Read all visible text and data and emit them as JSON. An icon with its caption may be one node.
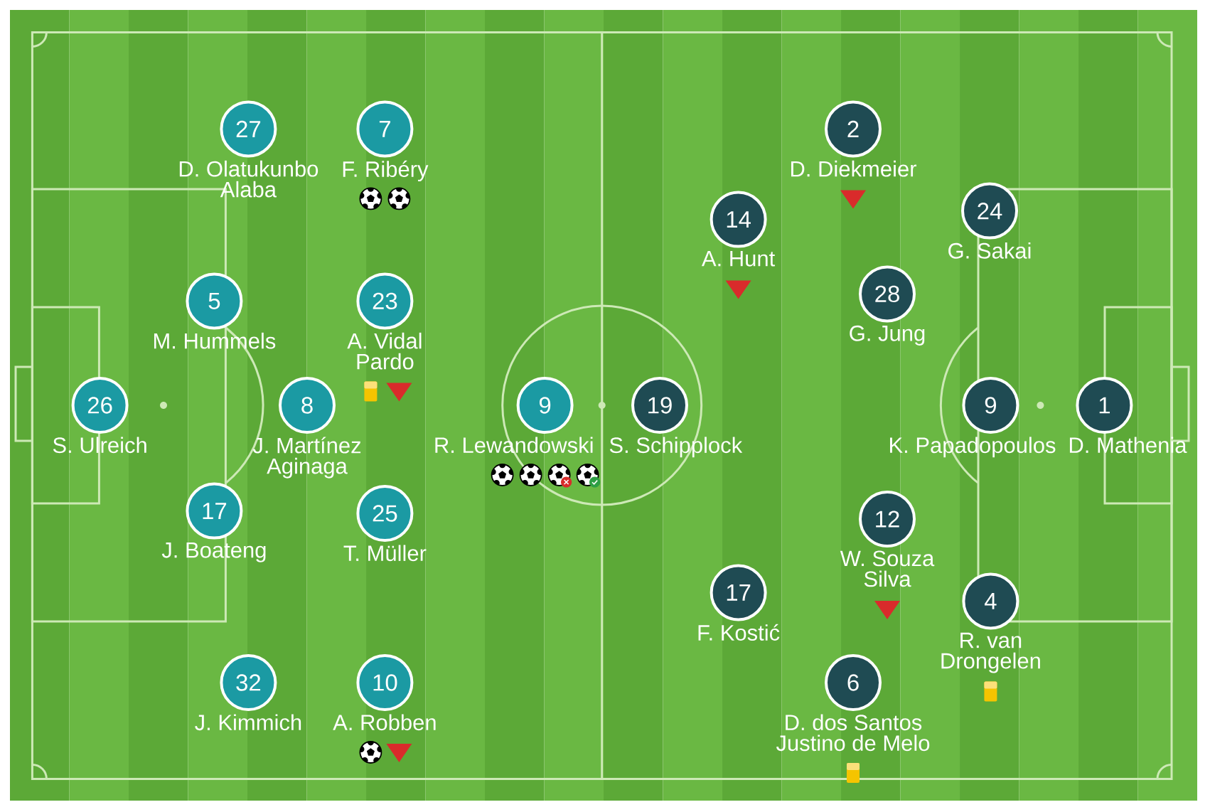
{
  "diagram": {
    "nodes": [
      {
        "text": [
          "27"
        ],
        "beside": [
          "D. Olatukunbo Alaba"
        ]
      },
      {
        "text": [
          "7"
        ],
        "beside": [
          "F. Ribéry"
        ]
      },
      {
        "text": [
          "5"
        ],
        "beside": [
          "M. Hummels"
        ]
      },
      {
        "text": [
          "23"
        ],
        "beside": [
          "A. Vidal Pardo"
        ]
      },
      {
        "text": [
          "26"
        ],
        "beside": [
          "S. Ulreich"
        ]
      },
      {
        "text": [
          "8"
        ],
        "beside": [
          "J. Martínez Aginaga"
        ]
      },
      {
        "text": [
          "9"
        ],
        "beside": [
          "R. Lewandowski"
        ]
      },
      {
        "text": [
          "17"
        ],
        "beside": [
          "J. Boateng"
        ]
      },
      {
        "text": [
          "25"
        ],
        "beside": [
          "T. Müller"
        ]
      },
      {
        "text": [
          "32"
        ],
        "beside": [
          "J. Kimmich"
        ]
      },
      {
        "text": [
          "10"
        ],
        "beside": [
          "A. Robben"
        ]
      },
      {
        "text": [
          "2"
        ],
        "beside": [
          "D. Diekmeier"
        ]
      },
      {
        "text": [
          "14"
        ],
        "beside": [
          "A. Hunt"
        ]
      },
      {
        "text": [
          "24"
        ],
        "beside": [
          "G. Sakai"
        ]
      },
      {
        "text": [
          "28"
        ],
        "beside": [
          "G. Jung"
        ]
      },
      {
        "text": [
          "19"
        ],
        "beside": [
          "S. Schipplock"
        ]
      },
      {
        "text": [
          "9"
        ],
        "beside": [
          "K. Papadopoulos"
        ]
      },
      {
        "text": [
          "1"
        ],
        "beside": [
          "D. Mathenia"
        ]
      },
      {
        "text": [
          "12"
        ],
        "beside": [
          "W. Souza Silva"
        ]
      },
      {
        "text": [
          "17"
        ],
        "beside": [
          "F. Kostić"
        ]
      },
      {
        "text": [
          "4"
        ],
        "beside": [
          "R. van Drongelen"
        ]
      },
      {
        "text": [
          "6"
        ],
        "beside": [
          "D. dos Santos Justino de Melo"
        ]
      }
    ]
  }
}
